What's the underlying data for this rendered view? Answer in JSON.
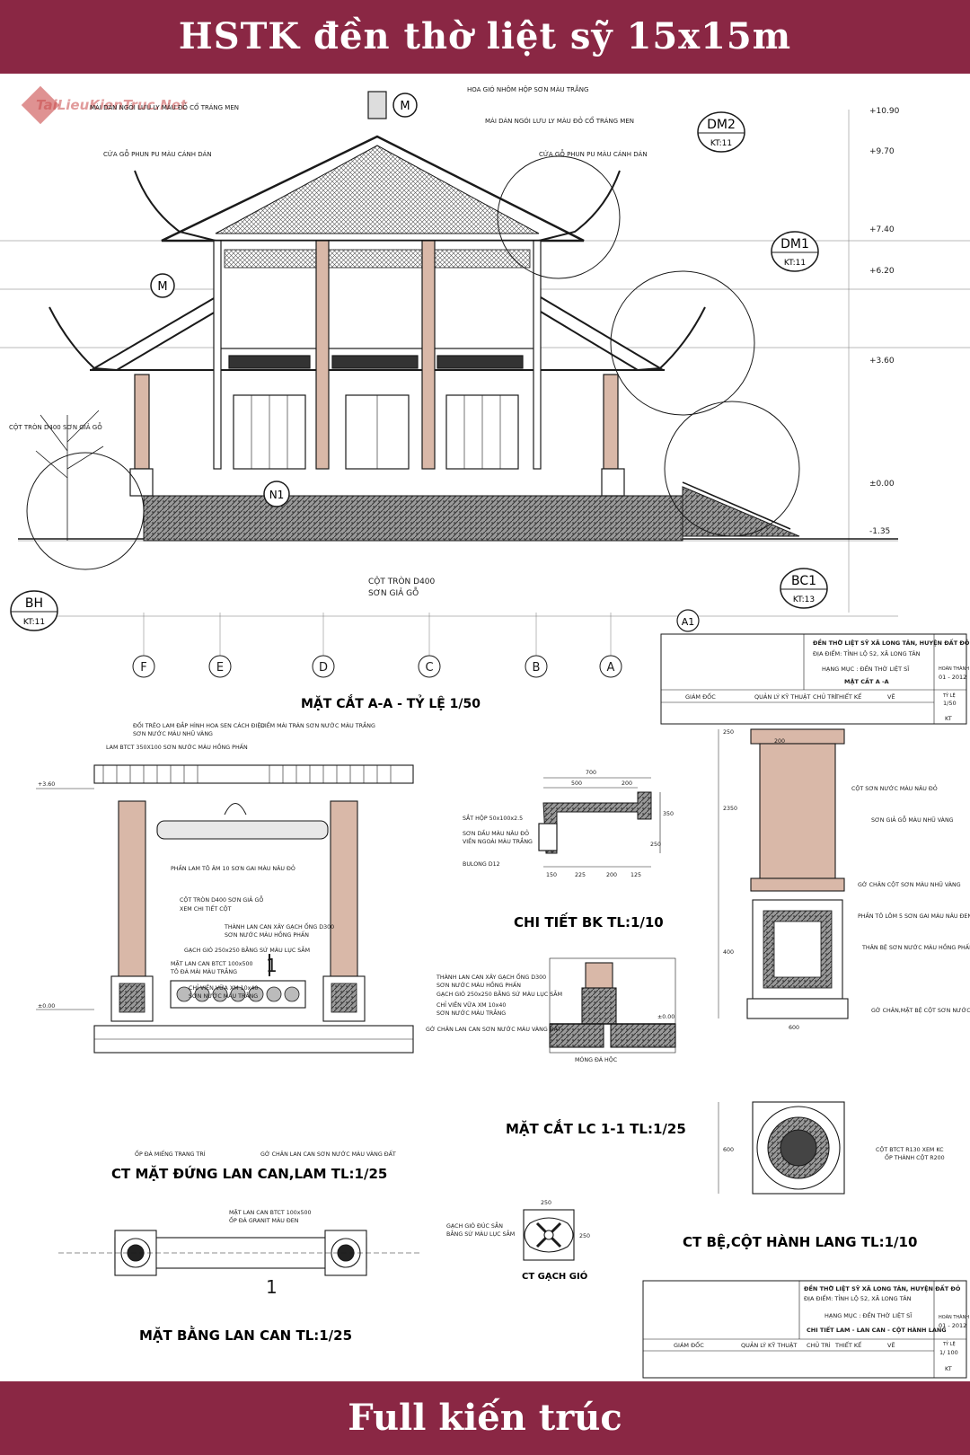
{
  "header": {
    "title": "HSTK đền thờ liệt sỹ 15x15m"
  },
  "footer": {
    "title": "Full kiến trúc"
  },
  "watermark": {
    "text": "TaiLieuKienTruc.Net"
  },
  "section_aa": {
    "title": "MẶT CẮT A-A  - TỶ LỆ  1/50",
    "grid_axes": [
      "F",
      "E",
      "D",
      "C",
      "B",
      "A"
    ],
    "levels": [
      "+10.90",
      "+9.70",
      "+7.40",
      "+6.20",
      "+3.60",
      "±0.00",
      "-1.35"
    ],
    "callouts": {
      "dm2": "DM2",
      "dm2_ref": "KT:11",
      "dm1": "DM1",
      "dm1_ref": "KT:11",
      "bh": "BH",
      "bh_ref": "KT:11",
      "bc1": "BC1",
      "bc1_ref": "KT:13",
      "m": "M",
      "n1": "N1",
      "a1": "A1"
    },
    "notes": {
      "roof_top": "MÁI DÁN NGÓI LƯU LY MÀU ĐỎ CỔ TRÁNG MEN",
      "vent": "HOA GIÓ NHÔM HỘP SƠN MÀU TRẮNG",
      "roof_mid": "MÁI DÁN NGÓI LƯU LY MÀU ĐỎ CỔ TRÁNG MEN",
      "door_left": "CỬA GỖ PHUN PU MÀU CÁNH DÁN",
      "door_right": "CỬA GỖ PHUN PU MÀU CÁNH DÁN",
      "col_left": "CỘT TRÒN D400 SƠN GIẢ GỖ",
      "col_bottom_1": "CỘT TRÒN D400",
      "col_bottom_2": "SƠN GIẢ GỖ"
    }
  },
  "title_block_1": {
    "project": "ĐỀN THỜ LIỆT SỸ XÃ LONG TÂN, HUYỆN ĐẤT ĐỎ",
    "location": "ĐỊA ĐIỂM: TỈNH LỘ 52, XÃ LONG TÂN",
    "item": "HẠNG MỤC : ĐỀN THỜ LIỆT SĨ",
    "sheet": "MẶT CẮT A -A",
    "cols": [
      "GIÁM ĐỐC",
      "QUẢN LÝ KỸ THUẬT",
      "CHỦ TRÌ",
      "THIẾT KẾ",
      "VẼ"
    ],
    "date_label": "HOÀN THÀNH",
    "date": "01 - 2012",
    "scale_label": "TỶ LỆ",
    "scale": "1/50",
    "code": "KT"
  },
  "railing_elevation": {
    "title": "CT MẶT ĐỨNG LAN CAN,LAM TL:1/25",
    "notes": [
      "ĐỐI TRÊO LAM ĐẮP HÌNH HOA SEN CÁCH ĐIỆU",
      "SƠN NƯỚC MÀU NHŨ VÀNG",
      "LAM BTCT 350X100 SƠN NƯỚC MÀU HỒNG PHẤN",
      "DIỀM MÁI TRÁN SƠN NƯỚC MÀU TRẮNG",
      "PHẦN LAM TÔ ÂM 10 SƠN GAI MÀU NÂU ĐỎ",
      "CỘT TRÒN D400 SƠN GIẢ GỖ",
      "XEM CHI TIẾT CỘT",
      "THÀNH LAN CAN XÂY GẠCH ỐNG D300",
      "SƠN NƯỚC MÀU HỒNG PHẤN",
      "GẠCH GIÓ 250x250 BẰNG SỨ MÀU LỤC SẪM",
      "MẶT LAN CAN BTCT 100x500",
      "TÔ ĐÁ MÀI MÀU TRẮNG",
      "CHỈ VIỀN VỮA XM 10x40",
      "SƠN NƯỚC MÀU TRẮNG",
      "ỐP ĐÁ MIẾNG TRANG TRÍ",
      "GỜ CHÂN LAN CAN SƠN NƯỚC MÀU VÀNG ĐẤT"
    ],
    "section_mark": "1",
    "levels": [
      "+3.60",
      "±0.00"
    ]
  },
  "railing_plan": {
    "title": "MẶT BẰNG LAN CAN TL:1/25",
    "notes": [
      "MẶT LAN CAN BTCT 100x500",
      "ỐP ĐÁ GRANIT MÀU ĐEN"
    ],
    "section_mark": "1"
  },
  "detail_bk": {
    "title": "CHI TIẾT BK TL:1/10",
    "notes": [
      "SẮT HỘP 50x100x2.5",
      "SƠN DẦU MÀU NÂU ĐỎ",
      "VIỀN NGOÀI MÀU TRẮNG",
      "BULONG D12"
    ],
    "dims": [
      "700",
      "500",
      "200",
      "150",
      "225",
      "200",
      "125",
      "250",
      "350"
    ]
  },
  "section_lc": {
    "title": "MẶT CẮT LC 1-1 TL:1/25",
    "notes": [
      "THÀNH LAN CAN XÂY GẠCH ỐNG D300",
      "SƠN NƯỚC MÀU HỒNG PHẤN",
      "GẠCH GIÓ 250x250 BẰNG SỨ MÀU LỤC SẪM",
      "CHỈ VIỀN VỮA XM 10x40",
      "SƠN NƯỚC MÀU TRẮNG",
      "GỜ CHÂN LAN CAN SƠN NƯỚC MÀU VÀNG ĐẤT",
      "MÓNG ĐÁ HỘC"
    ],
    "level": "±0.00"
  },
  "column_detail": {
    "title": "CT BỆ,CỘT HÀNH LANG TL:1/10",
    "notes": [
      "CỘT SƠN NƯỚC MÀU NÂU ĐỎ",
      "SƠN GIẢ GỖ MÀU NHŨ VÀNG",
      "GỜ CHÂN CỘT SƠN MÀU NHŨ VÀNG",
      "PHẦN TÔ LÕM 5 SƠN GAI MÀU NÂU ĐEN",
      "THÂN BỆ SƠN NƯỚC MÀU HỒNG PHẤN",
      "GỜ CHÂN,MẶT BỆ CỘT SƠN NƯỚC MÀU VÀNG ĐẤT",
      "CỘT BTCT R130 XEM KC",
      "ỐP THÀNH CỘT R200"
    ],
    "dims": [
      "200",
      "250",
      "2350",
      "400",
      "600",
      "600"
    ]
  },
  "wind_brick": {
    "title": "CT GẠCH GIÓ",
    "notes": [
      "GẠCH GIÓ ĐÚC SẴN",
      "BẰNG SỨ MÀU LỤC SẪM"
    ],
    "dims": [
      "250",
      "250"
    ]
  },
  "title_block_2": {
    "project": "ĐỀN THỜ LIỆT SỸ XÃ LONG TÂN, HUYỆN ĐẤT ĐỎ",
    "location": "ĐỊA ĐIỂM: TỈNH LỘ 52, XÃ LONG TÂN",
    "item": "HẠNG MỤC : ĐỀN THỜ LIỆT SĨ",
    "sheet": "CHI TIẾT LAM - LAN CAN - CỘT HÀNH LANG",
    "cols": [
      "GIÁM ĐỐC",
      "QUẢN LÝ KỸ THUẬT",
      "CHỦ TRÌ",
      "THIẾT KẾ",
      "VẼ"
    ],
    "date_label": "HOÀN THÀNH",
    "date": "01 - 2012",
    "scale_label": "TỶ LỆ",
    "scale": "1/ 100",
    "code": "KT"
  },
  "colors": {
    "banner": "#8a2744",
    "line": "#1a1a1a",
    "column_fill": "#d9b8a8",
    "hatch": "#555555"
  }
}
